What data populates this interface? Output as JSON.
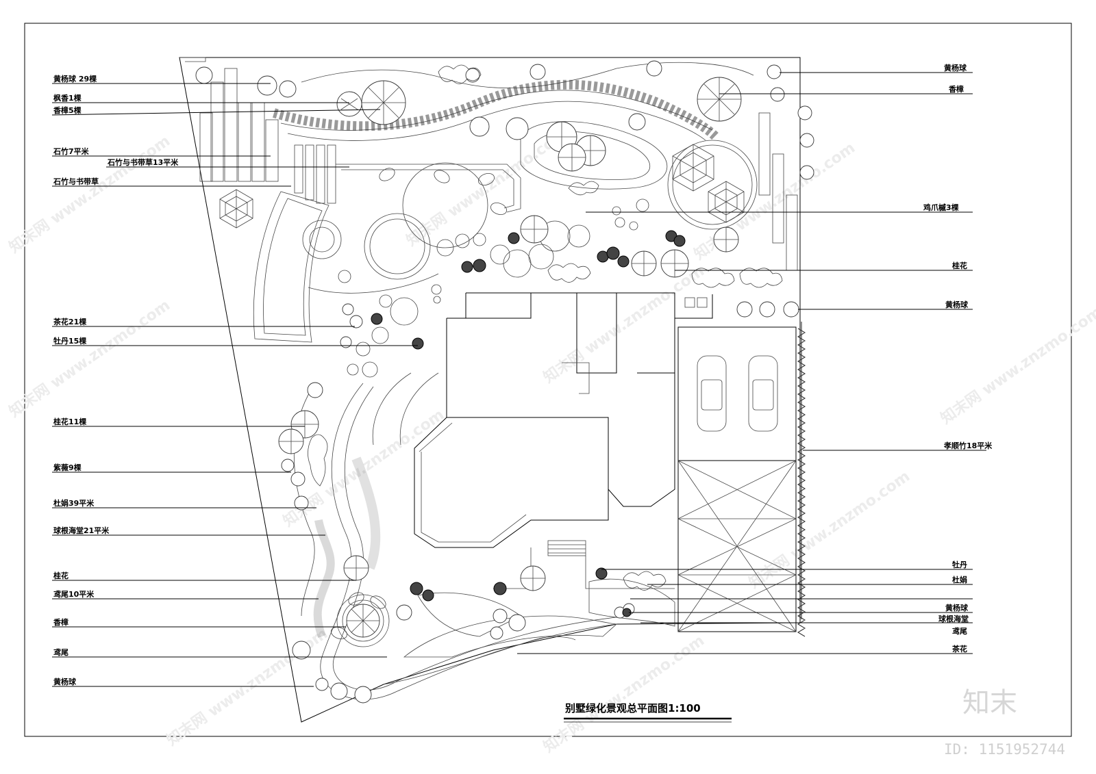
{
  "drawing": {
    "title": "别墅绿化景观总平面图1:100",
    "watermark_logo": "知末",
    "watermark_id": "ID: 1151952744",
    "watermark_text": "知末网 www.znzmo.com"
  },
  "labels_left": [
    {
      "text": "黄杨球 29棵"
    },
    {
      "text": "枫香1棵"
    },
    {
      "text": "香樟5棵"
    },
    {
      "text": "石竹7平米"
    },
    {
      "text": "石竹与书带草13平米"
    },
    {
      "text": "石竹与书带草"
    },
    {
      "text": "茶花21棵"
    },
    {
      "text": "牡丹15棵"
    },
    {
      "text": "桂花11棵"
    },
    {
      "text": "紫薇9棵"
    },
    {
      "text": "杜娟39平米"
    },
    {
      "text": "球根海堂21平米"
    },
    {
      "text": "桂花"
    },
    {
      "text": "鸢尾10平米"
    },
    {
      "text": "香樟"
    },
    {
      "text": "鸢尾"
    },
    {
      "text": "黄杨球"
    }
  ],
  "labels_right": [
    {
      "text": "黄杨球"
    },
    {
      "text": "香樟"
    },
    {
      "text": "鸡爪槭3棵"
    },
    {
      "text": "桂花"
    },
    {
      "text": "黄杨球"
    },
    {
      "text": "孝顺竹18平米"
    },
    {
      "text": "牡丹"
    },
    {
      "text": "杜娟"
    },
    {
      "text": "黄杨球"
    },
    {
      "text": "球根海堂"
    },
    {
      "text": "鸢尾"
    },
    {
      "text": "茶花"
    }
  ]
}
